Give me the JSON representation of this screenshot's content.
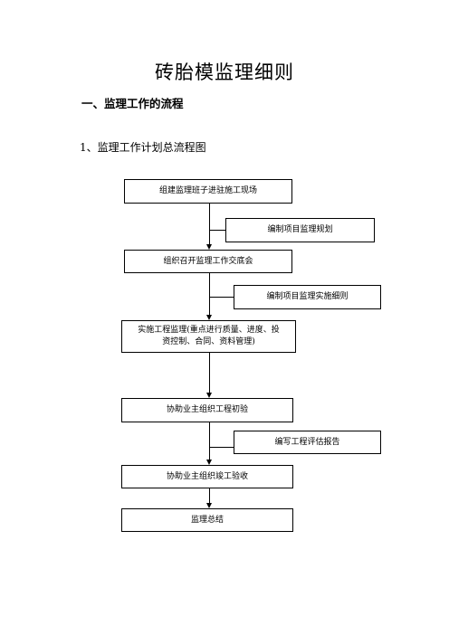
{
  "doc": {
    "title": "砖胎模监理细则",
    "section_heading": "一、监理工作的流程",
    "sub_heading": "1、监理工作计划总流程图"
  },
  "flowchart": {
    "main_steps": [
      "组建监理班子进驻施工现场",
      "组织召开监理工作交底会",
      "实施工程监理(重点进行质量、进度、投资控制、合同、资料管理)",
      "协助业主组织工程初验",
      "协助业主组织竣工验收",
      "监理总结"
    ],
    "side_steps": [
      "编制项目监理规划",
      "编制项目监理实施细则",
      "编写工程评估报告"
    ]
  }
}
